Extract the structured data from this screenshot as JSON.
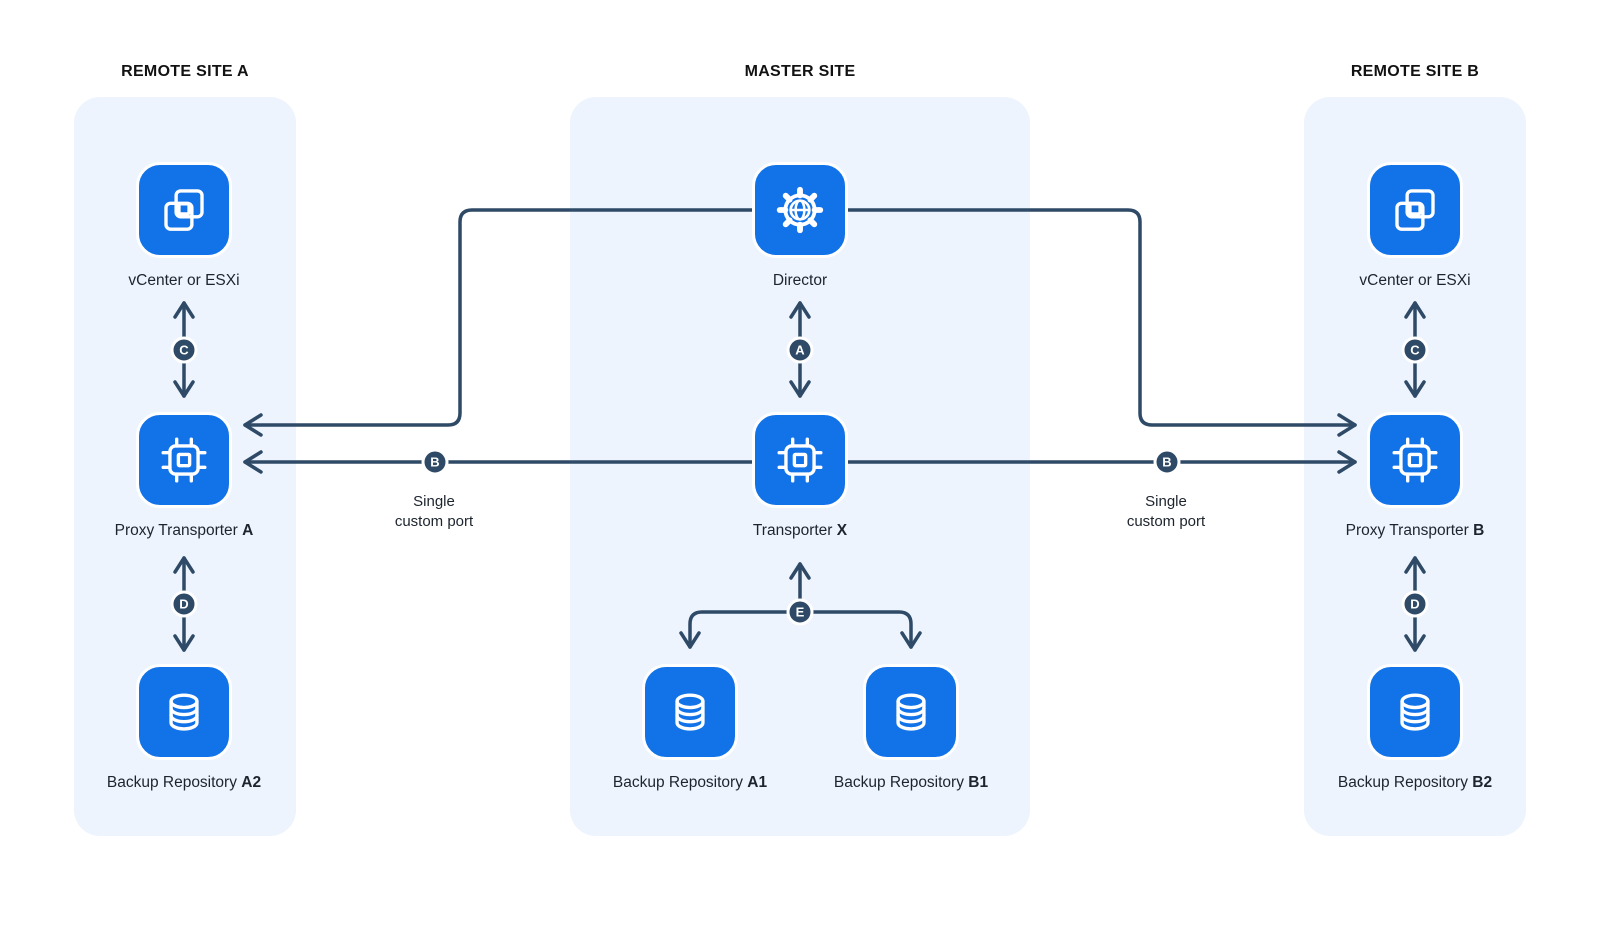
{
  "sites": {
    "remote_a": {
      "title": "REMOTE SITE A"
    },
    "master": {
      "title": "MASTER SITE"
    },
    "remote_b": {
      "title": "REMOTE SITE B"
    }
  },
  "nodes": {
    "vcenter_a": {
      "label": "vCenter or ESXi",
      "label_bold": ""
    },
    "director": {
      "label": "Director",
      "label_bold": ""
    },
    "vcenter_b": {
      "label": "vCenter or ESXi",
      "label_bold": ""
    },
    "proxy_a": {
      "label": "Proxy Transporter ",
      "label_bold": "A"
    },
    "transporter_x": {
      "label": "Transporter ",
      "label_bold": "X"
    },
    "proxy_b": {
      "label": "Proxy Transporter ",
      "label_bold": "B"
    },
    "repo_a2": {
      "label": "Backup Repository ",
      "label_bold": "A2"
    },
    "repo_a1": {
      "label": "Backup Repository ",
      "label_bold": "A1"
    },
    "repo_b1": {
      "label": "Backup Repository ",
      "label_bold": "B1"
    },
    "repo_b2": {
      "label": "Backup Repository ",
      "label_bold": "B2"
    }
  },
  "badges": {
    "a": "A",
    "b": "B",
    "c": "C",
    "d": "D",
    "e": "E"
  },
  "connection_labels": {
    "single_custom_port": {
      "line1": "Single",
      "line2": "custom port"
    }
  },
  "colors": {
    "node_blue": "#1272e8",
    "connector_navy": "#2e4a66",
    "panel_light_blue": "#edf4fe",
    "background": "#ffffff"
  }
}
